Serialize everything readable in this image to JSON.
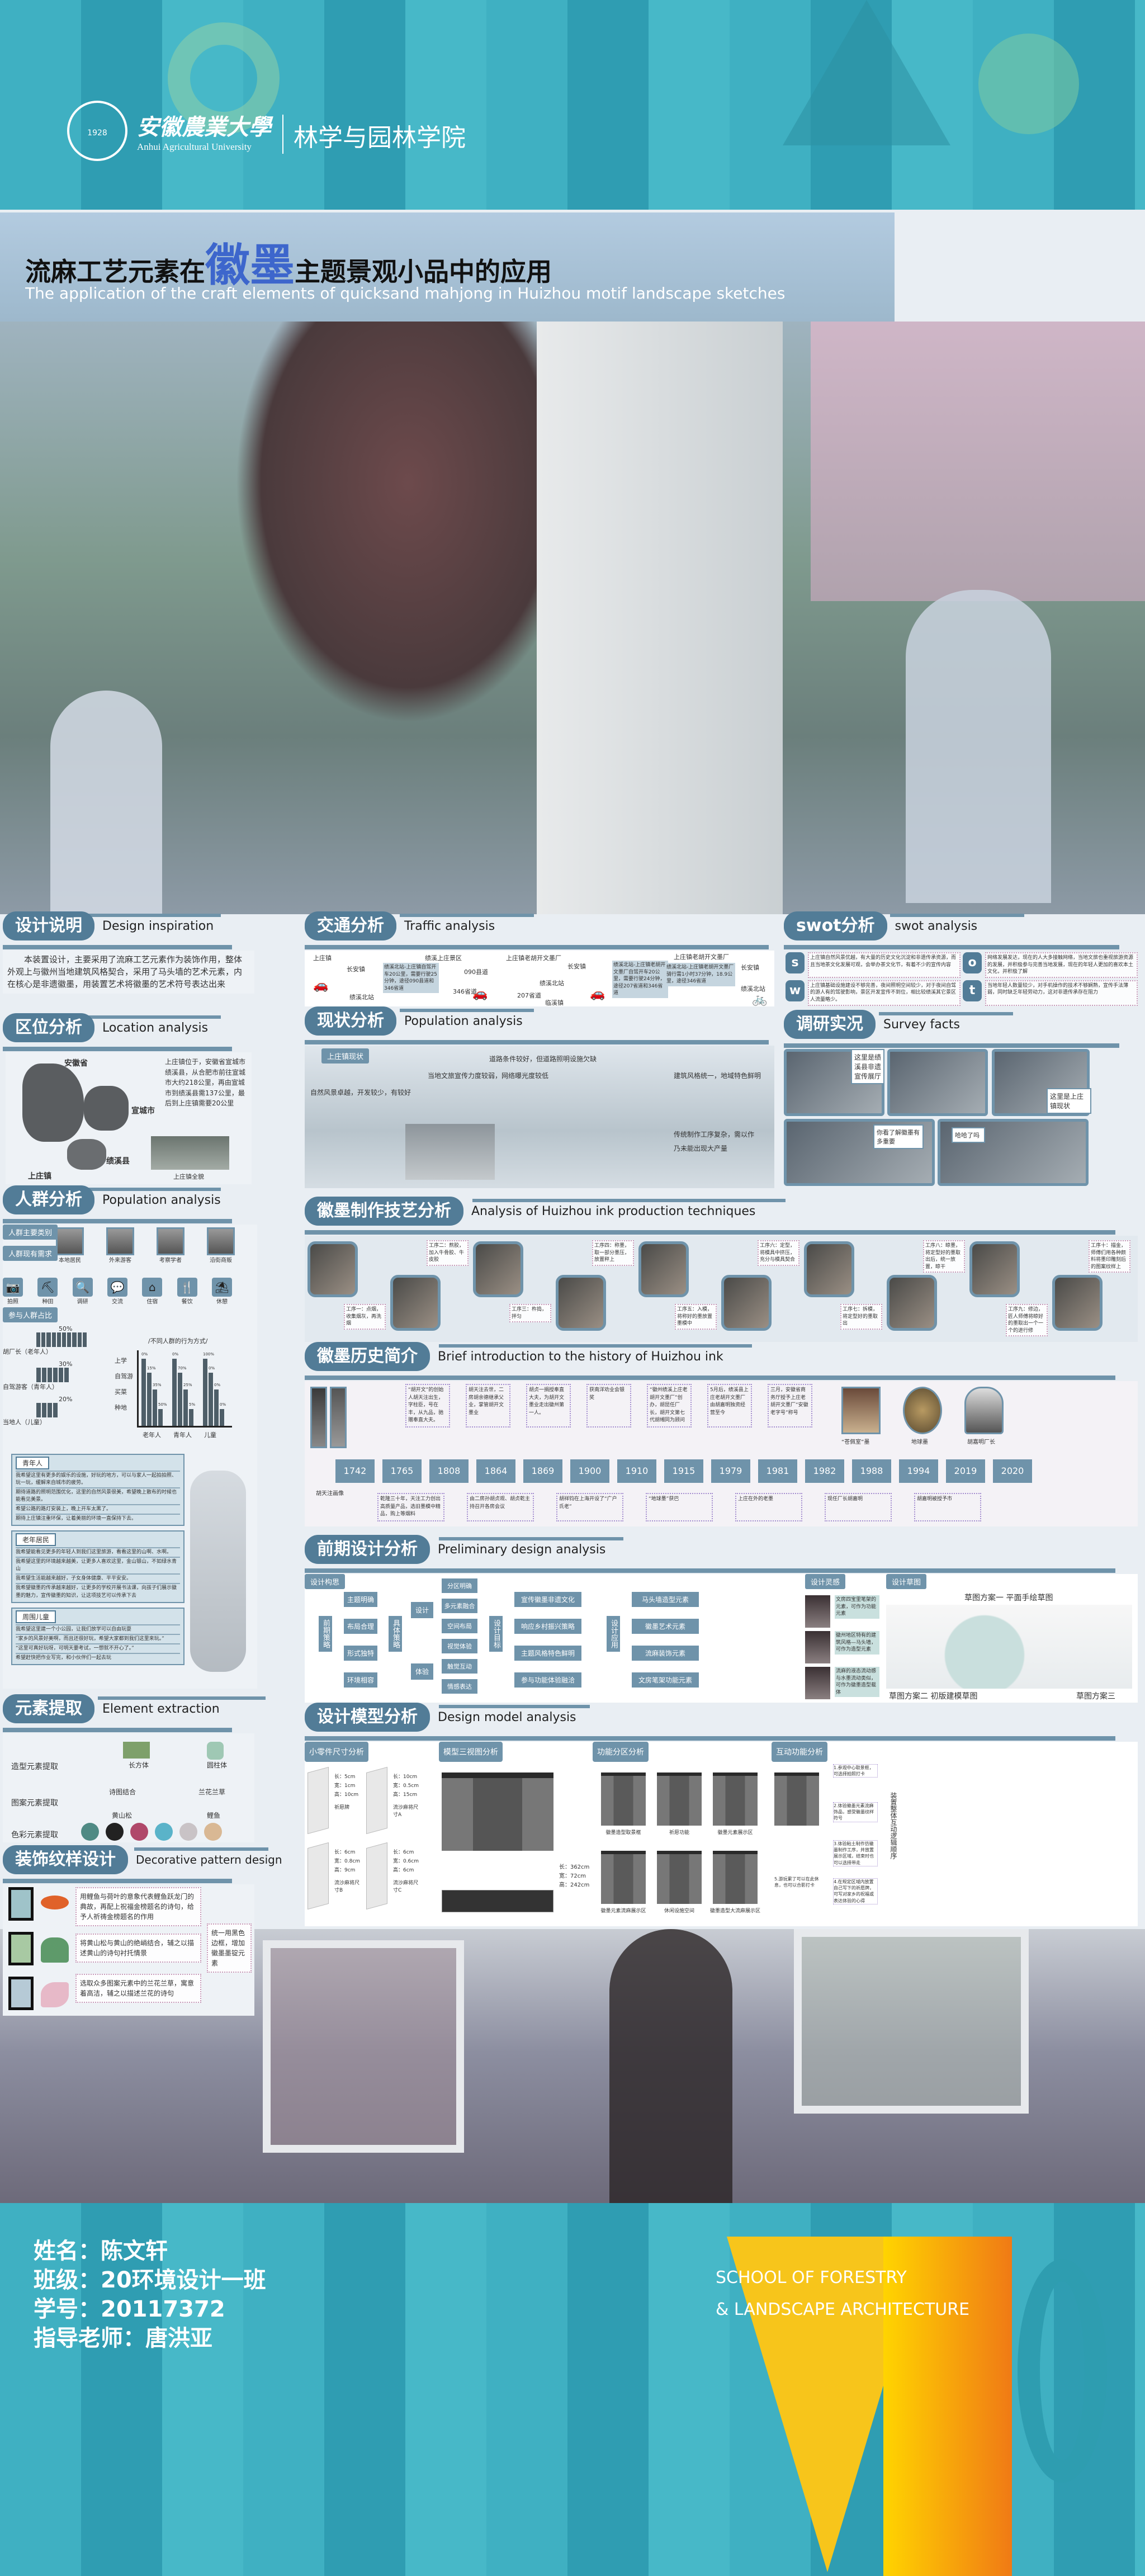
{
  "header": {
    "university_cn": "安徽農業大學",
    "university_en": "Anhui Agricultural University",
    "seal_year": "1928",
    "college": "林学与园林学院"
  },
  "title": {
    "part1": "流麻工艺元素在",
    "highlight": "徽墨",
    "part2": "主题景观小品中的应用",
    "subtitle": "The application of the craft elements of quicksand mahjong in Huizhou motif landscape sketches"
  },
  "design": {
    "cn": "设计说明",
    "en": "Design inspiration",
    "text": "本装置设计，主要采用了流麻工艺元素作为装饰作用，整体外观上与徽州当地建筑风格契合，采用了马头墙的艺术元素，内在核心是非遗徽墨，用装置艺术将徽墨的艺术符号表达出来"
  },
  "location": {
    "cn": "区位分析",
    "en": "Location analysis",
    "labels": [
      "安徽省",
      "宣城市",
      "绩溪县",
      "上庄镇",
      "上庄镇全貌"
    ],
    "text": "上庄镇位于，安徽省宣城市绩溪县，从合肥市前往宣城市大约218公里，再由宣城市到绩溪县需137公里，最后到上庄镇需要20公里"
  },
  "population": {
    "cn": "人群分析",
    "en": "Population analysis",
    "tag_types": "人群主要类别",
    "tag_needs": "人群现有需求",
    "tag_share": "参与人群占比",
    "types": [
      "本地居民",
      "外来游客",
      "考察学者",
      "沿街商贩"
    ],
    "needs": [
      {
        "icon": "camera-icon",
        "glyph": "📷",
        "label": "拍照"
      },
      {
        "icon": "pickaxe-icon",
        "glyph": "⛏",
        "label": "种田"
      },
      {
        "icon": "search-icon",
        "glyph": "🔍",
        "label": "调研"
      },
      {
        "icon": "chat-icon",
        "glyph": "💬",
        "label": "交流"
      },
      {
        "icon": "house-icon",
        "glyph": "⌂",
        "label": "住宿"
      },
      {
        "icon": "fork-knife-icon",
        "glyph": "🍴",
        "label": "餐饮"
      },
      {
        "icon": "lounge-chair-icon",
        "glyph": "⛱",
        "label": "休憩"
      }
    ],
    "shares": [
      {
        "name": "胡厂长（老年人）",
        "pct": "50%",
        "blocks": 10
      },
      {
        "name": "自驾游客（青年人）",
        "pct": "30%",
        "blocks": 6
      },
      {
        "name": "当地人（儿童）",
        "pct": "20%",
        "blocks": 4
      }
    ],
    "chart": {
      "title": "/不同人群的行为方式/",
      "ylabels": [
        "上学",
        "自驾游",
        "买菜",
        "种地"
      ],
      "groups": [
        {
          "name": "老年人",
          "values": [
            "0%",
            "15%",
            "35%",
            "50%"
          ]
        },
        {
          "name": "青年人",
          "values": [
            "0%",
            "70%",
            "25%",
            "5%"
          ]
        },
        {
          "name": "儿童",
          "values": [
            "100%",
            "0%",
            "0%",
            "0%"
          ]
        }
      ]
    },
    "voices": [
      {
        "group": "青年人",
        "lines": [
          "我希望这里有更多的娱乐的设施，好玩的地方，可以与家人一起拍拍照、玩一玩，缓解来自城市的疲劳。",
          "期待道路的照明范围优化，这里的自然风景很美，希望晚上散布的时候也能看见美景。",
          "希望公路的路灯安装上，晚上开车太黑了。",
          "期待上庄镇注重环保，让着美丽的环境一直保持下去。"
        ]
      },
      {
        "group": "老年居民",
        "lines": [
          "我希望能看见更多的年轻人到我们这里旅游，看看这里的山啊、水啊。",
          "我希望这里的环境越来越美，让更多人喜欢这里，金山银山，不如绿水青山",
          "我希望生活能越来越好，子女身体健康、平平安安。",
          "我希望徽墨的传承越来越好，让更多的学校开展书法课，向孩子们展示徽墨的魅力，宣传徽墨的知识，让这项技艺可以传承下去"
        ]
      },
      {
        "group": "周围儿童",
        "lines": [
          "我希望这里建一个小公园，让我们放学可以自由玩耍",
          "“家乡的风景好美啊，而且还很好玩，希望大家都到我们这里来玩。”",
          "“这里可真好玩呀，可明天要考试，一想就不开心了。”",
          "希望赶快把作业写完，和小伙伴们一起去玩"
        ]
      }
    ]
  },
  "element": {
    "cn": "元素提取",
    "en": "Element extraction",
    "rows": [
      "造型元素提取",
      "图案元素提取",
      "色彩元素提取"
    ],
    "results": [
      "长方体",
      "圆柱体",
      "诗图结合",
      "兰花兰草",
      "黄山松",
      "鲤鱼"
    ],
    "colors": [
      "#4f8a84",
      "#222222",
      "#b0486a",
      "#5ab3c9",
      "#c9c3c6",
      "#d9b894"
    ]
  },
  "pattern": {
    "cn": "装饰纹样设计",
    "en": "Decorative pattern design",
    "notes": [
      "用鲤鱼与荷叶的意象代表鲤鱼跃龙门的典故，再配上祝福金榜题名的诗句，给予人祈祷金榜题名的作用",
      "将黄山松与黄山的绝峭结合，辅之以描述黄山的诗句衬托情景",
      "选取众多图案元素中的兰花兰草，寓意着高洁，辅之以描述兰花的诗句"
    ],
    "side": "统一用黑色边框，增加徽墨墨锭元素"
  },
  "traffic": {
    "cn": "交通分析",
    "en": "Traffic analysis",
    "places": [
      "上庄镇",
      "长安镇",
      "绩溪北站",
      "绩溪上庄景区",
      "090县道",
      "346省道",
      "上庄镇老胡开文墨厂",
      "207省道",
      "临溪镇"
    ],
    "routes": [
      "绩溪北站-上庄镇自驾开车20公里，需要行驶25分钟，途径090县道和346省道",
      "绩溪北站-上庄镇老胡开文墨厂自驾开车20公里，需要行驶24分钟，途径207省道和346省道",
      "绩溪北站-上庄镇老胡开文墨厂骑行需1小时37分钟，18.9公里，途径346省道"
    ]
  },
  "status": {
    "cn": "现状分析",
    "en": "Population analysis",
    "tag": "上庄镇现状",
    "notes": [
      "自然风景卓越，开发较少，有较好",
      "当地文旅宣传力度较弱，网络曝光度较低",
      "道路条件较好，但道路照明设施欠缺",
      "建筑风格统一，地域特色鲜明",
      "传统制作工序复杂，需以作",
      "乃未能出现大产量"
    ]
  },
  "swot": {
    "cn": "swot分析",
    "en": "swot analysis",
    "items": [
      {
        "k": "s",
        "t": "上庄镇自然风景优越，有大量的历史文化沉淀和非遗传承资源，而且当地茶文化发展可观，会举办茶文化节，有着不少的宣传内容"
      },
      {
        "k": "o",
        "t": "网络发展发达，现在的人大多接触网络，当地文旅也重视旅游资源的发展，并积极参与完善当地发展，现在的年轻人更加的喜欢本土文化，并积极了解"
      },
      {
        "k": "w",
        "t": "上庄镇基础设施建设不够完善，夜间照明空间较少，对于夜间自驾的游人有的驾驶影响，景区开发宣传不到位，相比较绩溪其它景区人流量略少。"
      },
      {
        "k": "t",
        "t": "当地年轻人数量较少，对手机操作的技术不够娴熟，宣传手法薄弱，同时缺乏年轻劳动力，这对非遗传承存在阻力"
      }
    ]
  },
  "survey": {
    "cn": "调研实况",
    "en": "Survey facts",
    "bubbles": [
      "这里是绩溪县非遗宣传展厅",
      "这里是上庄镇现状",
      "你看了解徽墨有多重要",
      "哈哈了吗"
    ]
  },
  "craft": {
    "cn": "徽墨制作技艺分析",
    "en": "Analysis of Huizhou ink production techniques",
    "steps": [
      "工序一：点烟，收集烟灰，再洗烟",
      "工序二：熬胶，加入牛骨胶、牛皮胶",
      "工序三：杵捣，拌匀",
      "工序四：称墨，取一部分墨压，放置秤上",
      "工序五：入模，将称好的墨放置墨模中",
      "工序六：定型，将模具中挤压，充分与模具契合",
      "工序七：拆模，将定型好的墨取出",
      "工序八：晾墨，将定型好的墨取出后，统一放置，晾干",
      "工序九：修边，匠人师傅将晾好的墨取出一个一个的进行修",
      "工序十：描金，师傅们用各种颜料将墨印雕刻后的图案纹样上"
    ]
  },
  "history": {
    "cn": "徽墨历史简介",
    "en": "Brief introduction to the history of Huizhou ink",
    "years": [
      "1742",
      "1765",
      "1808",
      "1864",
      "1869",
      "1900",
      "1910",
      "1915",
      "1979",
      "1981",
      "1982",
      "1988",
      "1994",
      "2019",
      "2020"
    ],
    "notes_top": [
      "“胡开文”的创始人胡天注出生，字柱臣，号在丰，从九品，驰赠奉直大夫。",
      "胡天注去世，二房胡余德继承父业，掌管胡开文墨业",
      "胡贞一捐授奉直大夫，为胡开文墨业走出徽州第一人。",
      "获南洋劝业会银奖",
      "“徽州绩溪上庄老胡开文墨厂”创办，胡昆任厂长，胡开文第七代胡缃同为顾问",
      "5月后，绩溪县上庄老胡开文墨厂由胡嘉明独资经营至今",
      "三月，安徽省商务厅授予上庄老胡开文墨厂“安徽老字号”称号"
    ],
    "notes_bottom": [
      "乾隆三十年，天注工力创出高质量产品，选旧墨模中精品，购上等烟料",
      "由二房孙胡贞观、胡贞乾主持召开各房会议",
      "胡祥钧在上海开设了“广户氏老”",
      "“地球墨”获巴",
      "上庄在外的老墨",
      "现任厂长胡嘉明",
      "胡嘉明被授予市"
    ],
    "captions": [
      "胡天注画像",
      "“苍佩室”墨",
      "地球墨",
      "胡嘉明厂长"
    ]
  },
  "prelim": {
    "cn": "前期设计分析",
    "en": "Preliminary design analysis",
    "concept": "设计构思",
    "inspire": "设计灵感",
    "sketch": "设计草图",
    "col1_head": "前期策略",
    "col1": [
      "主题明确",
      "布局合理",
      "形式独特",
      "环境相容"
    ],
    "col2_head": "具体策略",
    "col2_sub": [
      "设计",
      "体验"
    ],
    "col2": [
      "分区明确",
      "多元素融合",
      "空间布局",
      "视觉体验",
      "触觉互动",
      "情感表达"
    ],
    "col3_head": "设计目标",
    "col3": [
      "宣传徽墨非遗文化",
      "响应乡村振兴策略",
      "主题风格特色鲜明",
      "参与功能体验融洽"
    ],
    "col4_head": "设计应用",
    "col4": [
      "马头墙造型元素",
      "徽墨艺术元素",
      "流麻装饰元素",
      "文房笔架功能元素"
    ],
    "inspirations": [
      "文房四宝里笔架的元素，可作为功能元素",
      "徽州地区特有的建筑风格—马头墙，可作为造型元素",
      "流麻的液态流动感与水墨流动类似，可作为徽墨造型载体"
    ],
    "sketches": [
      "草图方案一 平面手绘草图",
      "草图方案二 初版建模草图",
      "草图方案三"
    ]
  },
  "model": {
    "cn": "设计模型分析",
    "en": "Design model analysis",
    "sub": [
      "小零件尺寸分析",
      "模型三视图分析",
      "功能分区分析",
      "互动功能分析"
    ],
    "parts": [
      {
        "dims": [
          "长：5cm",
          "宽：1cm",
          "高：10cm"
        ],
        "name": "祈愿牌"
      },
      {
        "dims": [
          "长：10cm",
          "宽：0.5cm",
          "高：15cm"
        ],
        "name": "流沙麻将尺寸A"
      },
      {
        "dims": [
          "长：6cm",
          "宽：0.8cm",
          "高：9cm"
        ],
        "name": "流沙麻将尺寸B"
      },
      {
        "dims": [
          "长：6cm",
          "宽：0.6cm",
          "高：6cm"
        ],
        "name": "流沙麻将尺寸C"
      }
    ],
    "overall": [
      "长：362cm",
      "宽：72cm",
      "高：242cm"
    ],
    "zones": [
      "徽墨造型取景框",
      "祈愿功能",
      "徽墨元素展示区",
      "徽墨元素流麻展示区",
      "休闲设施空间",
      "徽墨造型大流麻展示区"
    ],
    "interact": [
      "1.参观中心取景框，可选择拍照打卡",
      "2.体验徽墨元素流麻饰品，感受徽墨纹样符号",
      "3.体验粘土制作仿徽墨制作工序，并放置展示区域，结束时也可以选择带走",
      "4.在规定区域内放置自己写下的祈愿牌，可写对家乡的祝福或表达体验的心得",
      "5.游玩累了可以在此休息，也可以合影打卡"
    ],
    "vertical": "装置整体互动逻辑顺序"
  },
  "footer": {
    "name": "姓名：陈文轩",
    "class": "班级：20环境设计一班",
    "id": "学号：20117372",
    "advisor": "指导老师：唐洪亚",
    "school_line1": "SCHOOL OF FORESTRY",
    "school_line2": "& LANDSCAPE ARCHITECTURE"
  },
  "colors": {
    "accent": "#527c97",
    "line": "#6f93aa",
    "teal": "#3fb0c2",
    "highlight": "#3d66cc",
    "arrow": "#b9759b"
  }
}
